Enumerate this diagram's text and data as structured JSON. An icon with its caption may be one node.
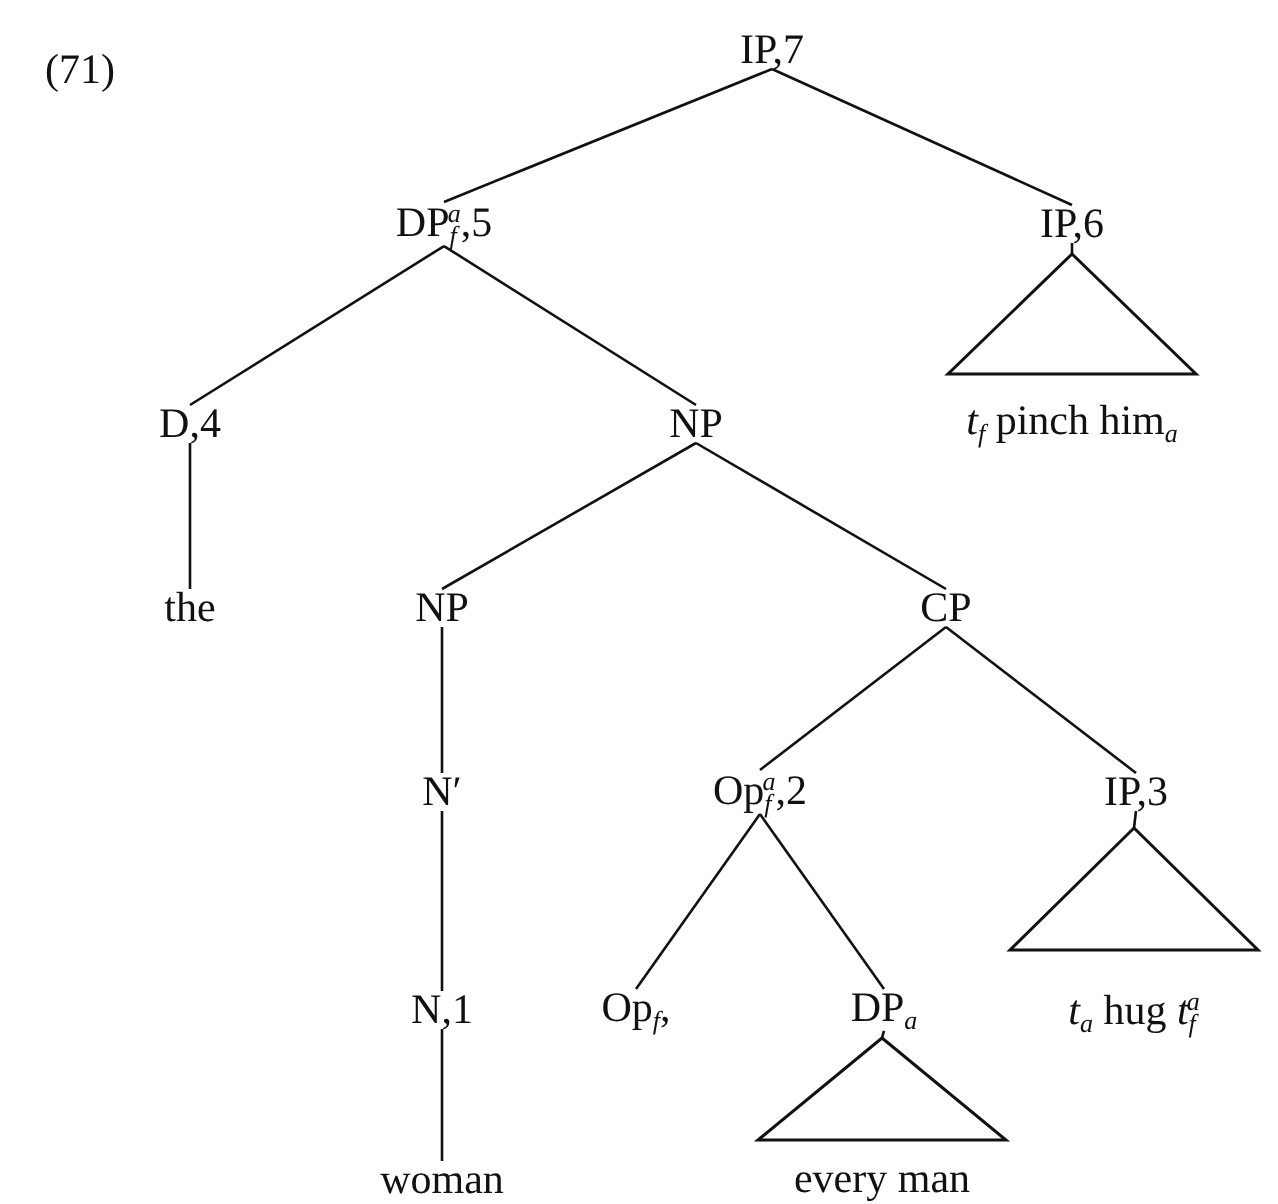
{
  "diagram": {
    "nodes": [
      {
        "text": [
          "IP,7"
        ]
      },
      {
        "text": [
          "DP$_{f}$$^{a}$,5"
        ]
      },
      {
        "text": [
          "IP,6"
        ]
      },
      {
        "text": [
          "*t*$_{f}$ pinch him$_{a}$"
        ]
      },
      {
        "text": [
          "D,4"
        ]
      },
      {
        "text": [
          "NP"
        ]
      },
      {
        "text": [
          "the"
        ]
      },
      {
        "text": [
          "NP"
        ]
      },
      {
        "text": [
          "CP"
        ]
      },
      {
        "text": [
          "N′"
        ]
      },
      {
        "text": [
          "Op$_{f}$$^{a}$,2"
        ]
      },
      {
        "text": [
          "IP,3"
        ]
      },
      {
        "text": [
          "*t*$_{a}$ hug *t*$_{f}$$^{a}$"
        ]
      },
      {
        "text": [
          "N,1"
        ]
      },
      {
        "text": [
          "Op$_{f}$,"
        ]
      },
      {
        "text": [
          "DP$_{a}$"
        ]
      },
      {
        "text": [
          "every man"
        ]
      },
      {
        "text": [
          "woman"
        ]
      }
    ],
    "edges": [
      {
        "from": 0,
        "to": 1,
        "arrow": "none"
      },
      {
        "from": 0,
        "to": 2,
        "arrow": "none"
      },
      {
        "from": 2,
        "to": 3,
        "arrow": "none"
      },
      {
        "from": 1,
        "to": 4,
        "arrow": "none"
      },
      {
        "from": 1,
        "to": 5,
        "arrow": "none"
      },
      {
        "from": 4,
        "to": 6,
        "arrow": "none"
      },
      {
        "from": 5,
        "to": 7,
        "arrow": "none"
      },
      {
        "from": 5,
        "to": 8,
        "arrow": "none"
      },
      {
        "from": 7,
        "to": 9,
        "arrow": "none"
      },
      {
        "from": 8,
        "to": 10,
        "arrow": "none"
      },
      {
        "from": 8,
        "to": 11,
        "arrow": "none"
      },
      {
        "from": 11,
        "to": 12,
        "arrow": "none"
      },
      {
        "from": 9,
        "to": 13,
        "arrow": "none"
      },
      {
        "from": 10,
        "to": 14,
        "arrow": "none"
      },
      {
        "from": 10,
        "to": 15,
        "arrow": "none"
      },
      {
        "from": 15,
        "to": 16,
        "arrow": "none"
      },
      {
        "from": 13,
        "to": 17,
        "arrow": "none"
      }
    ],
    "labels": [
      "(71)"
    ]
  }
}
